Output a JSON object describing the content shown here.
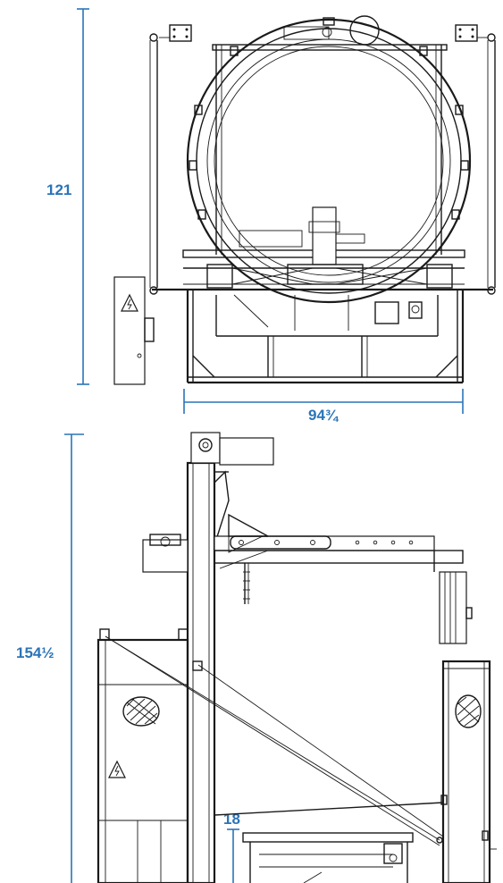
{
  "accent_color": "#2a74b8",
  "line_color": "#1a1a1a",
  "dimensions": {
    "front_height": "121",
    "front_width": "94¾",
    "side_height": "154½",
    "side_clearance": "18"
  },
  "icons": [
    "electrical-hazard-icon",
    "vent-grille-icon"
  ]
}
